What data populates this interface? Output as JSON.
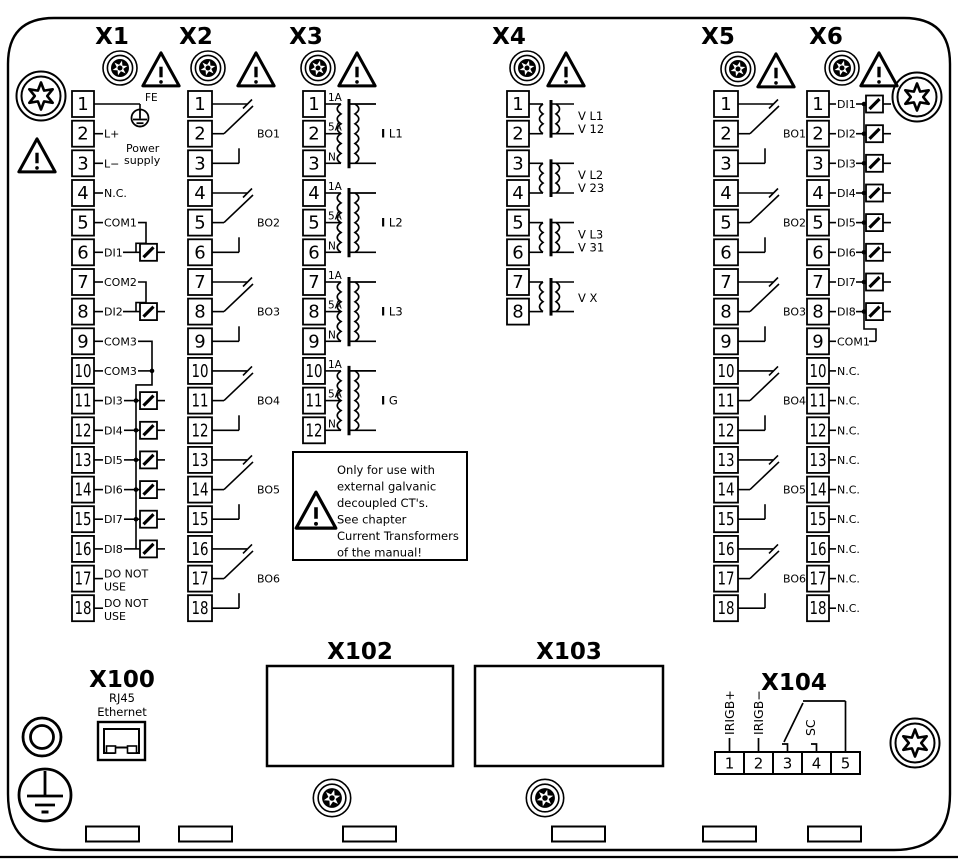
{
  "diagram": {
    "connectors": [
      {
        "id": "X1",
        "title": "X1",
        "terminals": [
          "FE",
          "L+",
          "L−",
          "N.C.",
          "COM1",
          "DI1",
          "COM2",
          "DI2",
          "COM3",
          "COM3",
          "DI3",
          "DI4",
          "DI5",
          "DI6",
          "DI7",
          "DI8",
          [
            "DO NOT",
            "USE"
          ],
          [
            "DO NOT",
            "USE"
          ]
        ]
      },
      {
        "id": "X2",
        "title": "X2",
        "outputs": [
          "BO1",
          "BO2",
          "BO3",
          "BO4",
          "BO5",
          "BO6"
        ]
      },
      {
        "id": "X3",
        "title": "X3",
        "taps": [
          "1A",
          "5A",
          "N"
        ],
        "inputs": [
          "I L1",
          "I L2",
          "I L3",
          "I G"
        ]
      },
      {
        "id": "X4",
        "title": "X4",
        "inputs": [
          [
            "V L1",
            "V 12"
          ],
          [
            "V L2",
            "V 23"
          ],
          [
            "V L3",
            "V 31"
          ],
          [
            "V X"
          ]
        ]
      },
      {
        "id": "X5",
        "title": "X5",
        "outputs": [
          "BO1",
          "BO2",
          "BO3",
          "BO4",
          "BO5",
          "BO6"
        ]
      },
      {
        "id": "X6",
        "title": "X6",
        "terminals": [
          "DI1",
          "DI2",
          "DI3",
          "DI4",
          "DI5",
          "DI6",
          "DI7",
          "DI8",
          "COM1",
          "N.C.",
          "N.C.",
          "N.C.",
          "N.C.",
          "N.C.",
          "N.C.",
          "N.C.",
          "N.C.",
          "N.C."
        ]
      }
    ],
    "power_label": [
      "Power",
      "supply"
    ],
    "bottom_connectors": {
      "x100": {
        "title": "X100",
        "line1": "RJ45",
        "line2": "Ethernet"
      },
      "x102": {
        "title": "X102"
      },
      "x103": {
        "title": "X103"
      },
      "x104": {
        "title": "X104",
        "terminals": [
          "1",
          "2",
          "3",
          "4",
          "5"
        ],
        "signal_labels": [
          "IRIGB+",
          "IRIGB−",
          "SC"
        ]
      }
    },
    "warning_note": {
      "lines": [
        "Only for use with",
        "external galvanic",
        "decoupled CT's.",
        "See chapter",
        "Current Transformers",
        "of the manual!"
      ]
    }
  }
}
